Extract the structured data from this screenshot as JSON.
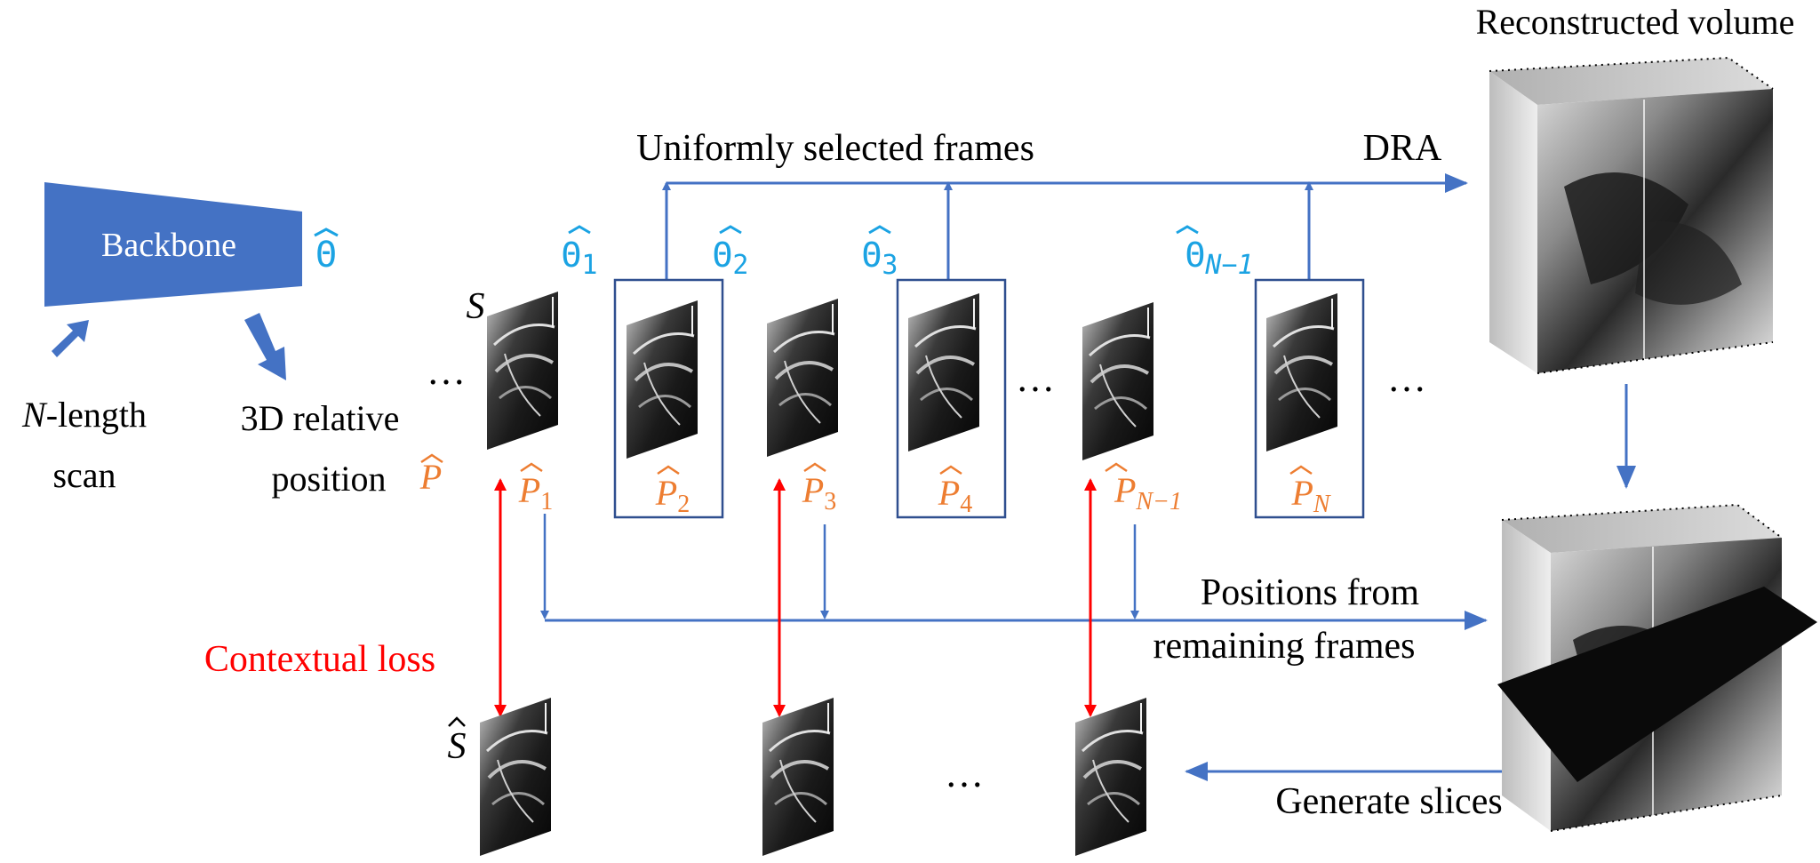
{
  "colors": {
    "blue": "#4472C4",
    "cyan": "#1BA3E3",
    "orange": "#ED7D31",
    "red": "#FF0000",
    "frame_box": "#2F4F8F",
    "text": "#000000"
  },
  "texts": {
    "backbone": "Backbone",
    "theta": "Θ",
    "input_n": "N",
    "input_suffix": "-length",
    "input_line2": "scan",
    "output_line1": "3D relative",
    "output_line2": "position",
    "uniform": "Uniformly selected frames",
    "dra": "DRA",
    "recon": "Reconstructed volume",
    "positions_line1": "Positions from",
    "positions_line2": "remaining frames",
    "contextual": "Contextual loss",
    "generate": "Generate slices",
    "s": "S",
    "s_hat": "S",
    "ellipsis": "…",
    "p_letter": "P"
  },
  "theta_labels": [
    {
      "sub": "1"
    },
    {
      "sub": "2"
    },
    {
      "sub": "3"
    },
    {
      "sub": "N−1"
    }
  ],
  "p_labels": [
    {
      "sub": "1"
    },
    {
      "sub": "2"
    },
    {
      "sub": "3"
    },
    {
      "sub": "4"
    },
    {
      "sub": "N−1"
    },
    {
      "sub": "N"
    }
  ]
}
